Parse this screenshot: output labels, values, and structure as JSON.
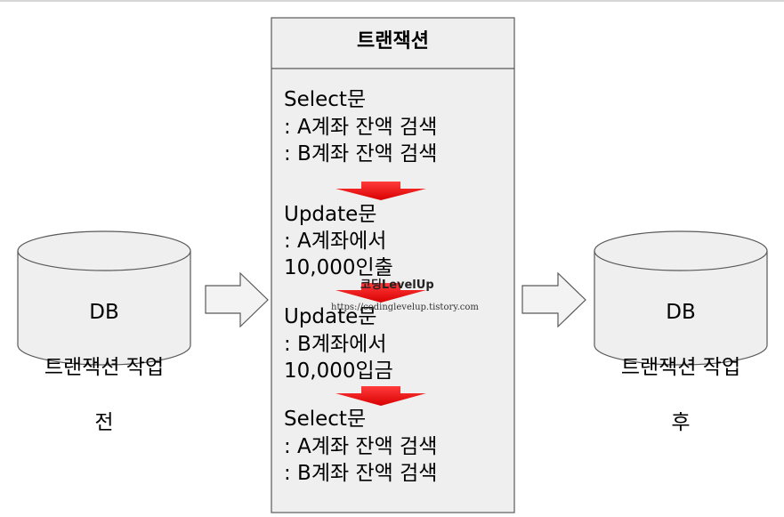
{
  "transaction_box": {
    "title": "트랜잭션",
    "steps": [
      {
        "lines": [
          "Select문",
          ": A계좌 잔액 검색",
          ": B계좌 잔액 검색"
        ]
      },
      {
        "lines": [
          "Update문",
          ": A계좌에서",
          "10,000인출"
        ]
      },
      {
        "lines": [
          "Update문",
          ": B계좌에서",
          "10,000입금"
        ]
      },
      {
        "lines": [
          "Select문",
          ": A계좌 잔액 검색",
          ": B계좌 잔액 검색"
        ]
      }
    ]
  },
  "db_before": {
    "lines": [
      "DB",
      "트랜잭션 작업",
      "전"
    ]
  },
  "db_after": {
    "lines": [
      "DB",
      "트랜잭션 작업",
      "후"
    ]
  },
  "watermark": {
    "brand": "코딩LevelUp",
    "url": "https://codinglevelup.tistory.com"
  },
  "colors": {
    "box_fill": "#efefef",
    "stroke": "#595959",
    "step_arrow": "#ff0000",
    "flow_arrow_fill": "#f3f3f3"
  }
}
